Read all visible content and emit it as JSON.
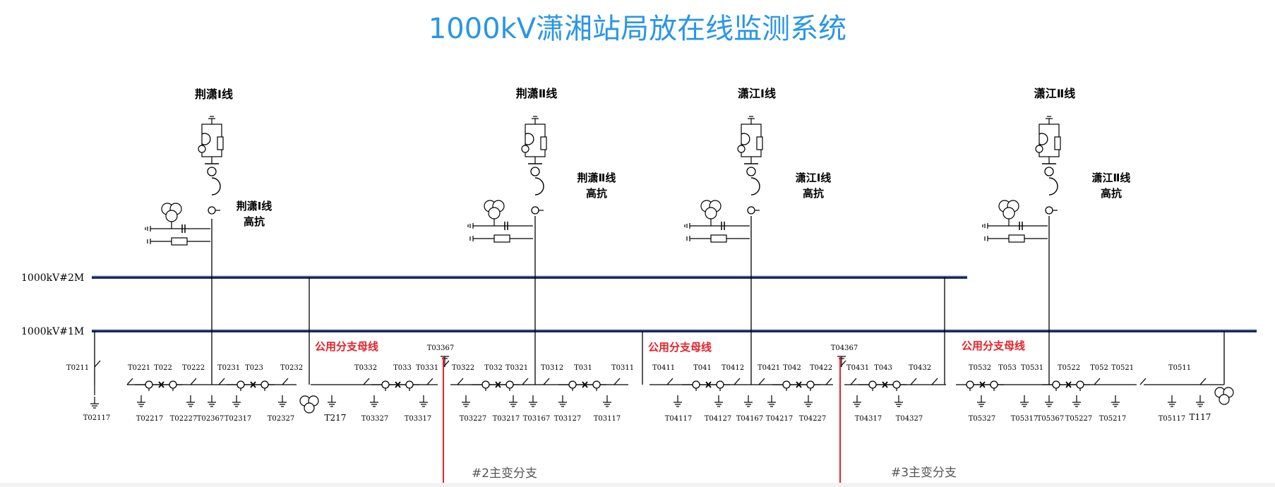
{
  "title": "1000kV潇湘站局放在线监测系统",
  "colors": {
    "title": "#2a96e6",
    "bus_dark": "#1a2a5e",
    "bus_light": "#a9c4e8",
    "red": "#e8202a",
    "line": "#000000"
  },
  "buses": {
    "bus2m": "1000kV#2M",
    "bus1m": "1000kV#1M"
  },
  "lines": [
    {
      "name": "荆潇Ⅰ线",
      "reactor_line1": "荆潇Ⅰ线",
      "reactor_line2": "高抗"
    },
    {
      "name": "荆潇Ⅱ线",
      "reactor_line1": "荆潇Ⅱ线",
      "reactor_line2": "高抗"
    },
    {
      "name": "潇江Ⅰ线",
      "reactor_line1": "潇江Ⅰ线",
      "reactor_line2": "高抗"
    },
    {
      "name": "潇江Ⅱ线",
      "reactor_line1": "潇江Ⅱ线",
      "reactor_line2": "高抗"
    }
  ],
  "shared_bus_label": "公用分支母线",
  "branches": [
    "#2主变分支",
    "#3主变分支"
  ],
  "top_labels": [
    "T0211",
    "T0221",
    "T022",
    "T0222",
    "T0231",
    "T023",
    "T0232",
    "T0332",
    "T033",
    "T0331",
    "T03367",
    "T0322",
    "T032",
    "T0321",
    "T0312",
    "T031",
    "T0311",
    "T0411",
    "T041",
    "T0412",
    "T0421",
    "T042",
    "T0422",
    "T04367",
    "T0431",
    "T043",
    "T0432",
    "T0532",
    "T053",
    "T0531",
    "T0522",
    "T052",
    "T0521",
    "T0511"
  ],
  "bottom_labels": [
    "T02117",
    "T02217",
    "T02227",
    "T02367",
    "T02317",
    "T02327",
    "T217",
    "T03327",
    "T03317",
    "T03227",
    "T03217",
    "T03167",
    "T03127",
    "T03117",
    "T04117",
    "T04127",
    "T04167",
    "T04217",
    "T04227",
    "T04317",
    "T04327",
    "T05327",
    "T05317",
    "T05367",
    "T05227",
    "T05217",
    "T05117",
    "T117"
  ]
}
